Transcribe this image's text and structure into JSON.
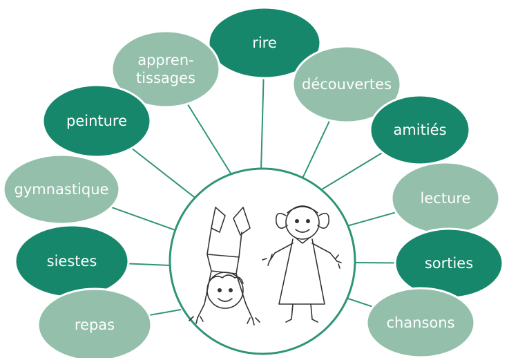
{
  "colors": {
    "dark": "#17876b",
    "light": "#93bfab",
    "line": "#2e9478",
    "center_stroke": "#2e9478"
  },
  "center": {
    "icon": "children-drawing"
  },
  "bubbles": [
    {
      "id": "rire",
      "lines": [
        "rire"
      ],
      "tone": "dark"
    },
    {
      "id": "apprentissages",
      "lines": [
        "appren-",
        "tissages"
      ],
      "tone": "light"
    },
    {
      "id": "decouvertes",
      "lines": [
        "découvertes"
      ],
      "tone": "light"
    },
    {
      "id": "peinture",
      "lines": [
        "peinture"
      ],
      "tone": "dark"
    },
    {
      "id": "amities",
      "lines": [
        "amitiés"
      ],
      "tone": "dark"
    },
    {
      "id": "gymnastique",
      "lines": [
        "gymnastique"
      ],
      "tone": "light"
    },
    {
      "id": "lecture",
      "lines": [
        "lecture"
      ],
      "tone": "light"
    },
    {
      "id": "siestes",
      "lines": [
        "siestes"
      ],
      "tone": "dark"
    },
    {
      "id": "sorties",
      "lines": [
        "sorties"
      ],
      "tone": "dark"
    },
    {
      "id": "repas",
      "lines": [
        "repas"
      ],
      "tone": "light"
    },
    {
      "id": "chansons",
      "lines": [
        "chansons"
      ],
      "tone": "light"
    }
  ]
}
